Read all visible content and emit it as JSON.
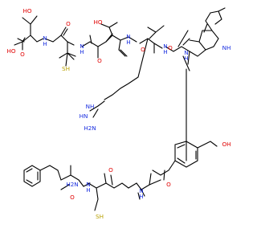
{
  "colors": {
    "bond": "#000000",
    "oxygen": "#e00000",
    "nitrogen": "#1a2fe0",
    "sulfur": "#b8a000",
    "background": "#ffffff"
  },
  "atom_labels": {
    "hydroxyl_thr_c": "HO",
    "acid_oh": "HO",
    "acid_o": "O",
    "nh_thr_c": "N",
    "nh_thr_c_h": "H",
    "pen_o": "O",
    "pen_sh": "SH",
    "nh_pen": "N",
    "nh_pen_h": "H",
    "hydroxyl_thr_mid": "HO",
    "thr_o": "O",
    "nh_thr_mid": "N",
    "nh_thr_mid_h": "H",
    "arg_o": "O",
    "nh_arg": "N",
    "nh_arg_h": "H",
    "trp_o": "O",
    "indole_nh": "NH",
    "nh_trp": "N",
    "nh_trp_h": "H",
    "guan_nh": "NH",
    "guan_h2n": "H2N",
    "guan_hn": "HN",
    "tyr_oh": "OH",
    "amine": "H2N",
    "phe_o": "O",
    "nh_phe": "N",
    "nh_phe_h": "H",
    "cys_o": "O",
    "nh_cys": "N",
    "nh_cys_h": "H",
    "cys_sh": "SH",
    "tyr_o": "O"
  }
}
